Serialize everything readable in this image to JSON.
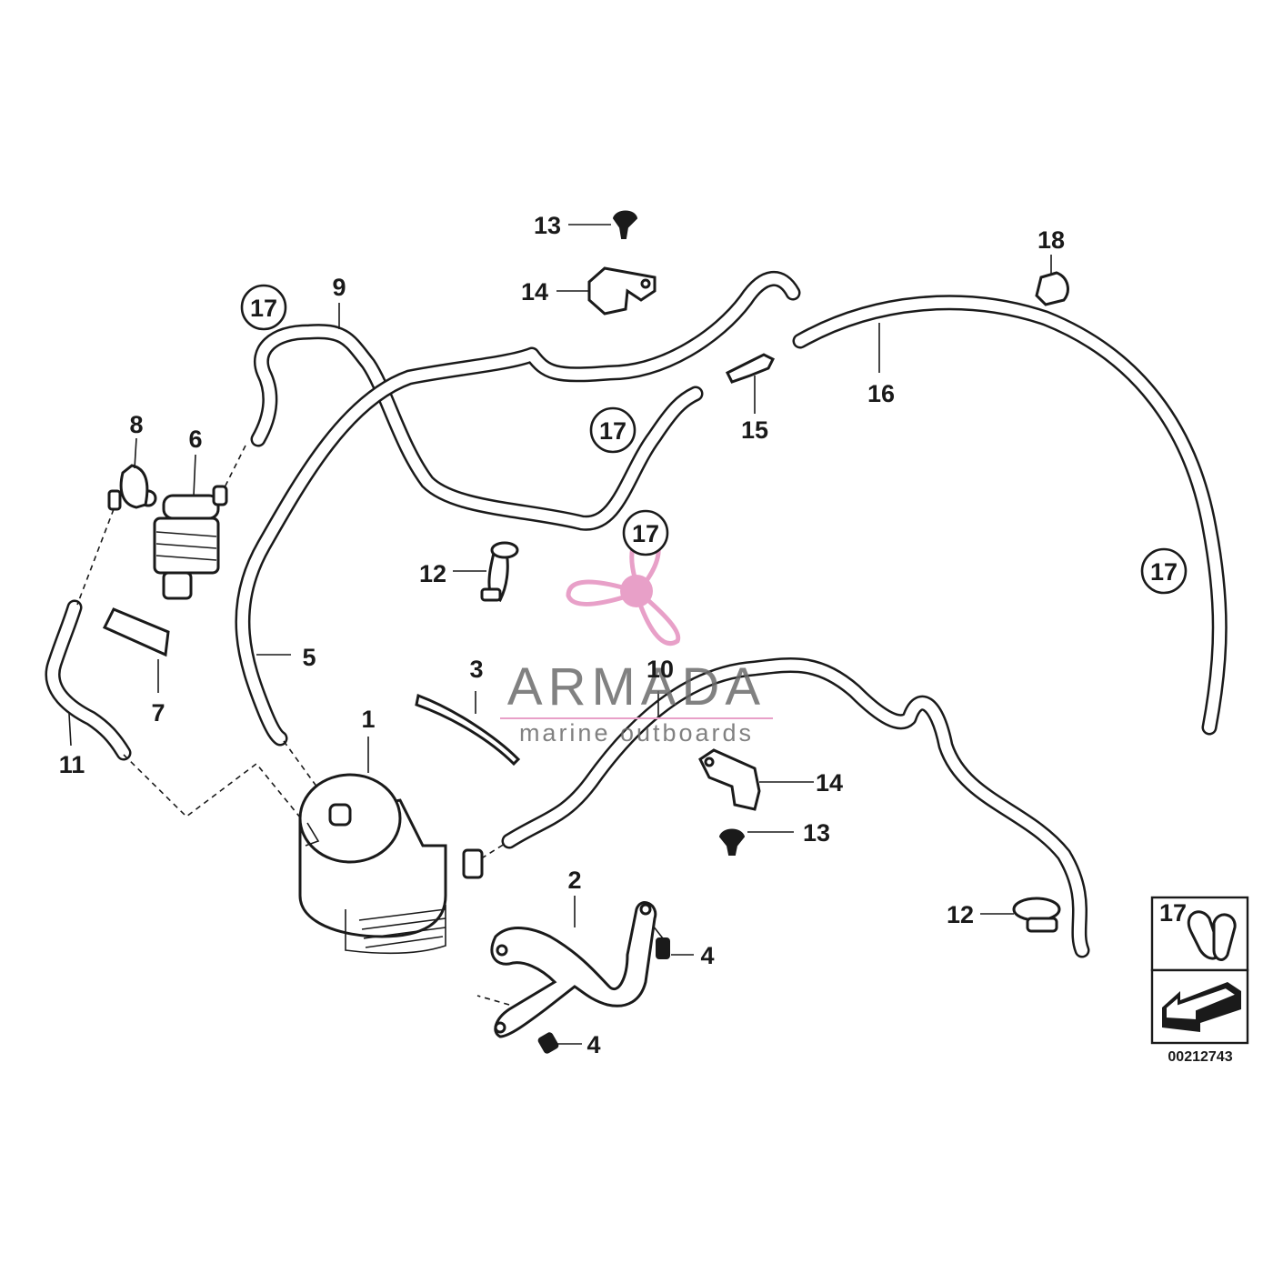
{
  "callouts": {
    "c1": "1",
    "c2": "2",
    "c3": "3",
    "c4a": "4",
    "c4b": "4",
    "c5": "5",
    "c6": "6",
    "c7": "7",
    "c8": "8",
    "c9": "9",
    "c10": "10",
    "c11": "11",
    "c12a": "12",
    "c12b": "12",
    "c13a": "13",
    "c13b": "13",
    "c14a": "14",
    "c14b": "14",
    "c15": "15",
    "c16": "16",
    "c17a": "17",
    "c17b": "17",
    "c17c": "17",
    "c17d": "17",
    "c17e": "17",
    "c18": "18"
  },
  "legend": {
    "label": "17",
    "diagram_number": "00212743"
  },
  "watermark": {
    "brand": "ARMADA",
    "tagline": "marine outboards",
    "logo_icon": "propeller-icon",
    "brand_color": "#e8a0c8"
  }
}
